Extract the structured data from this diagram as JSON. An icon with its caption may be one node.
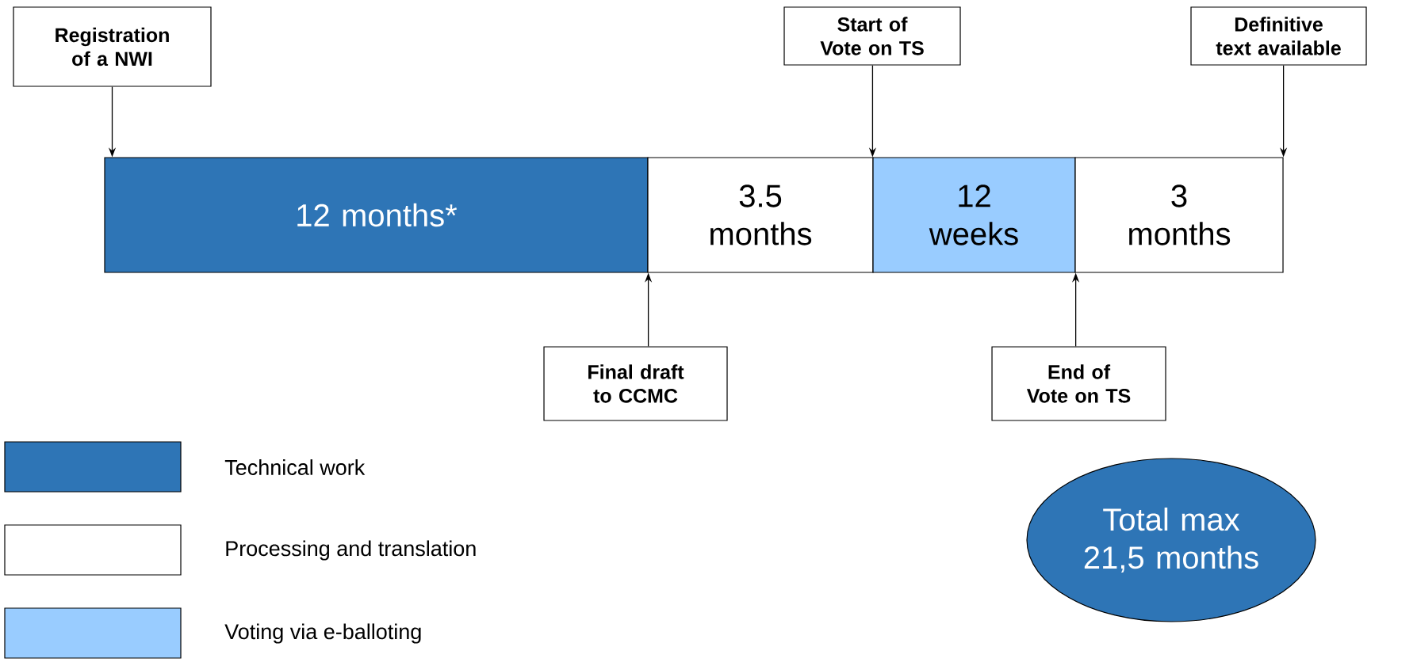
{
  "diagram": {
    "nodes": [
      {
        "text": [
          "Registration of a NWI"
        ]
      },
      {
        "text": [
          "Start of Vote on TS"
        ]
      },
      {
        "text": [
          "Definitive text available"
        ]
      },
      {
        "text": [
          "12 months*"
        ]
      },
      {
        "text": [
          "3.5 months"
        ]
      },
      {
        "text": [
          "12 weeks"
        ]
      },
      {
        "text": [
          "3 months"
        ]
      },
      {
        "text": [
          "Final draft to CCMC"
        ]
      },
      {
        "text": [
          "End of Vote on TS"
        ]
      },
      {
        "text": [
          "Total max 21,5 months"
        ]
      }
    ],
    "edges": [
      {
        "from": 0,
        "to": 3,
        "arrow": "to"
      },
      {
        "from": 1,
        "to": 5,
        "arrow": "to"
      },
      {
        "from": 2,
        "to": 6,
        "arrow": "to"
      },
      {
        "from": 7,
        "to": 3,
        "arrow": "to"
      },
      {
        "from": 8,
        "to": 5,
        "arrow": "to"
      }
    ],
    "legend": [
      {
        "text": "Technical work",
        "color": "#2e75b6"
      },
      {
        "text": "Processing and translation"
      },
      {
        "text": "Voting via e-balloting",
        "color": "#99ccff"
      }
    ]
  }
}
